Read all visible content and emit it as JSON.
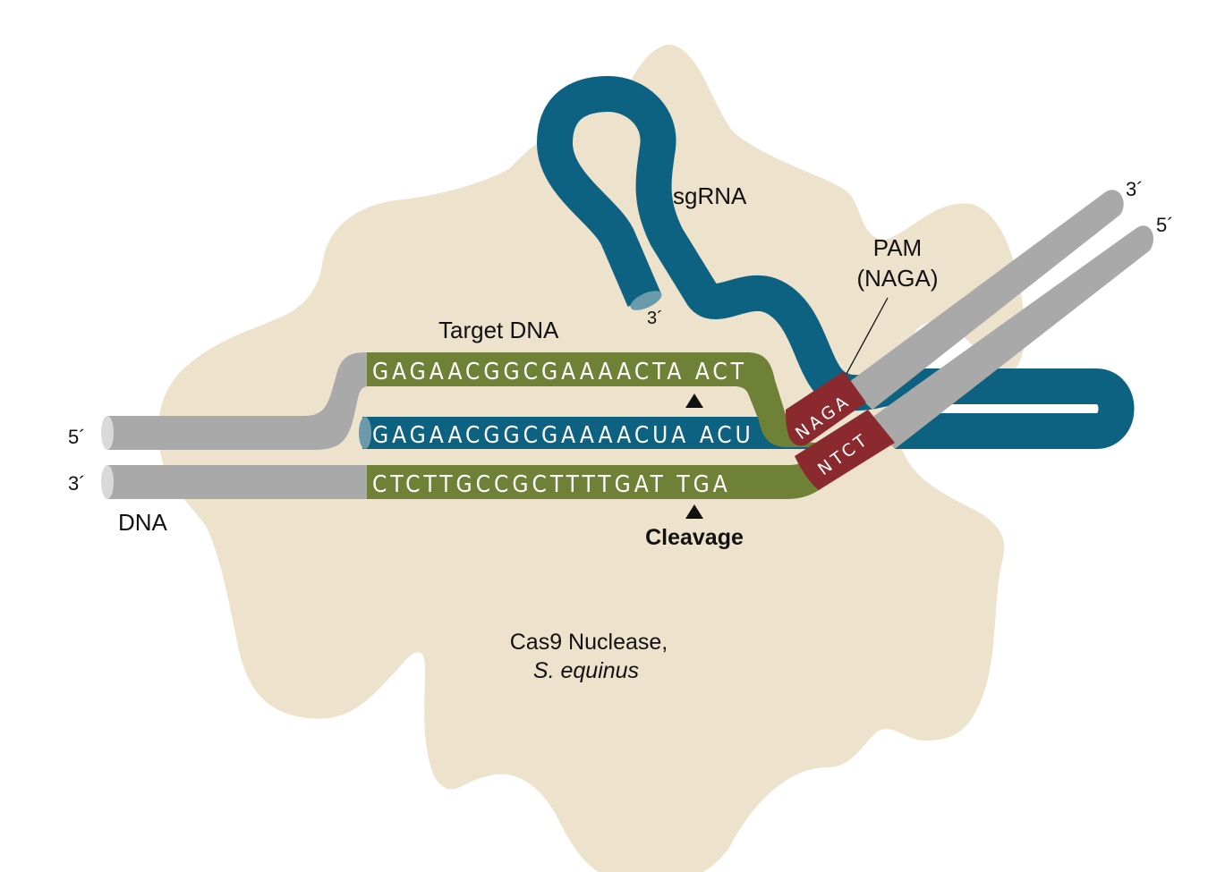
{
  "colors": {
    "protein": "#ede2cc",
    "rna": "#0d6282",
    "rna_cap": "#6a9aab",
    "target": "#6f8136",
    "dna": "#a9a9a9",
    "dna_cap": "#d9d9d9",
    "pam": "#8b2a2e",
    "text": "#111111",
    "background": "#ffffff"
  },
  "labels": {
    "sgrna": "sgRNA",
    "sgrna_3prime": "3´",
    "pam_title": "PAM",
    "pam_motif": "(NAGA)",
    "target_dna": "Target DNA",
    "dna": "DNA",
    "left_top_end": "5´",
    "left_bottom_end": "3´",
    "right_top_end": "3´",
    "right_bottom_end": "5´",
    "cleavage": "Cleavage",
    "protein_name": "Cas9 Nuclease,",
    "protein_species": "S. equinus"
  },
  "sequences": {
    "target_strand": "GAGAACGGCGAAAACTA ACT",
    "guide_rna": "GAGAACGGCGAAAACUA ACU",
    "complementary_strand": "CTCTTGCCGCTTTTGAT TGA",
    "pam_top": "NAGA",
    "pam_bottom": "NTCT"
  }
}
